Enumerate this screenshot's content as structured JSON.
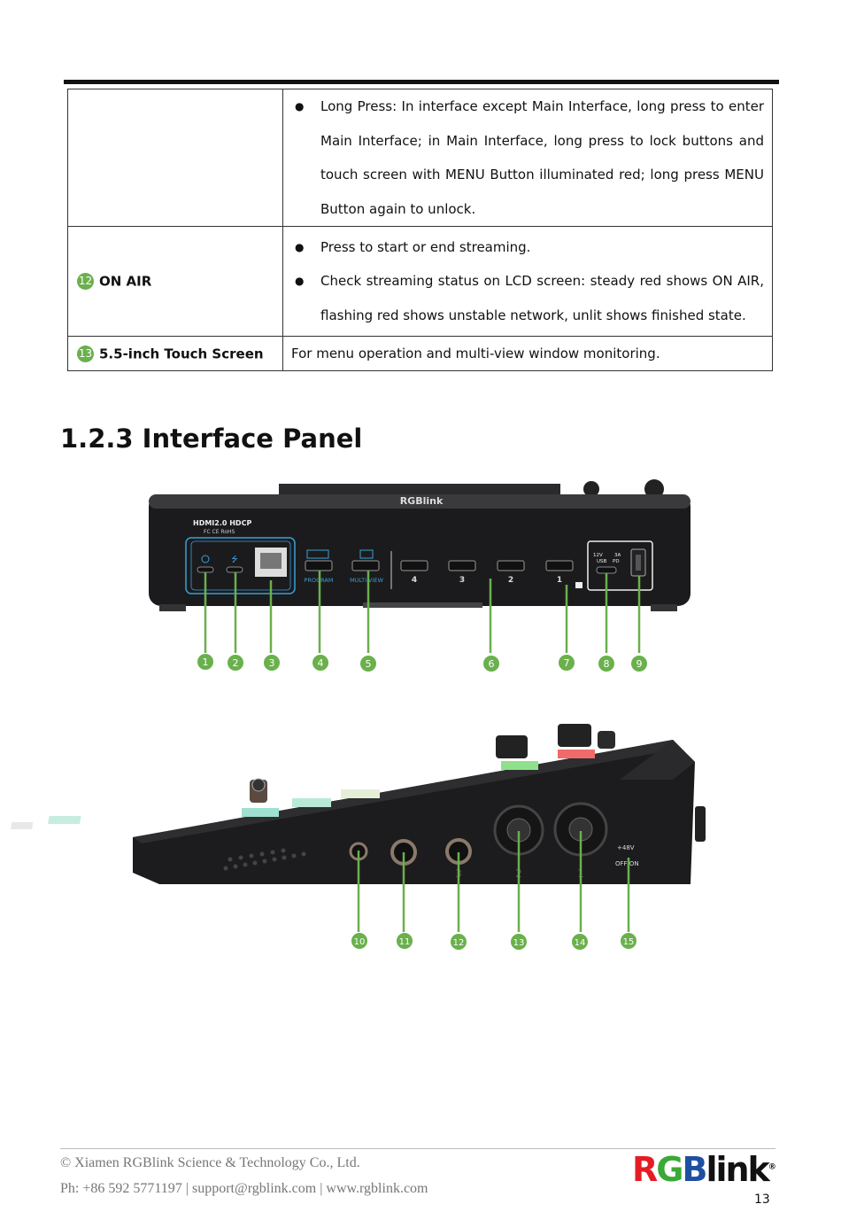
{
  "table": {
    "row0": {
      "bullets": [
        "Long Press: In interface except Main Interface, long press to enter Main Interface; in Main Interface, long press to lock buttons and touch screen with MENU Button illuminated red; long press MENU Button again to unlock."
      ]
    },
    "row1": {
      "num": "12",
      "feature": "ON AIR",
      "bullets": [
        "Press to start or end streaming.",
        "Check streaming status on LCD screen: steady red shows ON AIR, flashing red shows unstable network, unlit shows finished state."
      ]
    },
    "row2": {
      "num": "13",
      "feature": "5.5-inch Touch Screen",
      "description": "For menu operation and multi-view window monitoring."
    },
    "bullet_char": "●"
  },
  "section_title": "1.2.3 Interface Panel",
  "rear_panel": {
    "device_brand": "RGBlink",
    "hdmi_text": "HDMI2.0 HDCP",
    "cert_text": "FC CE RoHS",
    "port_labels": [
      "PROGRAM",
      "MULTI-VIEW",
      "4",
      "3",
      "2",
      "1"
    ],
    "power_labels": [
      "12V",
      "3A",
      "USB",
      "PD"
    ],
    "callouts": [
      "1",
      "2",
      "3",
      "4",
      "5",
      "6",
      "7",
      "8",
      "9"
    ]
  },
  "side_panel": {
    "mic_labels": [
      "+48V",
      "OFF/ON",
      "2",
      "1",
      "3"
    ],
    "callouts": [
      "10",
      "11",
      "12",
      "13",
      "14",
      "15"
    ]
  },
  "footer": {
    "copyright": "© Xiamen RGBlink Science & Technology Co., Ltd.",
    "contact": "Ph: +86 592 5771197 | support@rgblink.com | www.rgblink.com",
    "logo": {
      "r": "R",
      "g": "G",
      "b": "B",
      "k": "link",
      "mark": "®"
    },
    "page_number": "13"
  },
  "colors": {
    "callout_green": "#6ab04c",
    "panel_blue": "#3a9fd8",
    "device_dark": "#1b1b1d"
  }
}
